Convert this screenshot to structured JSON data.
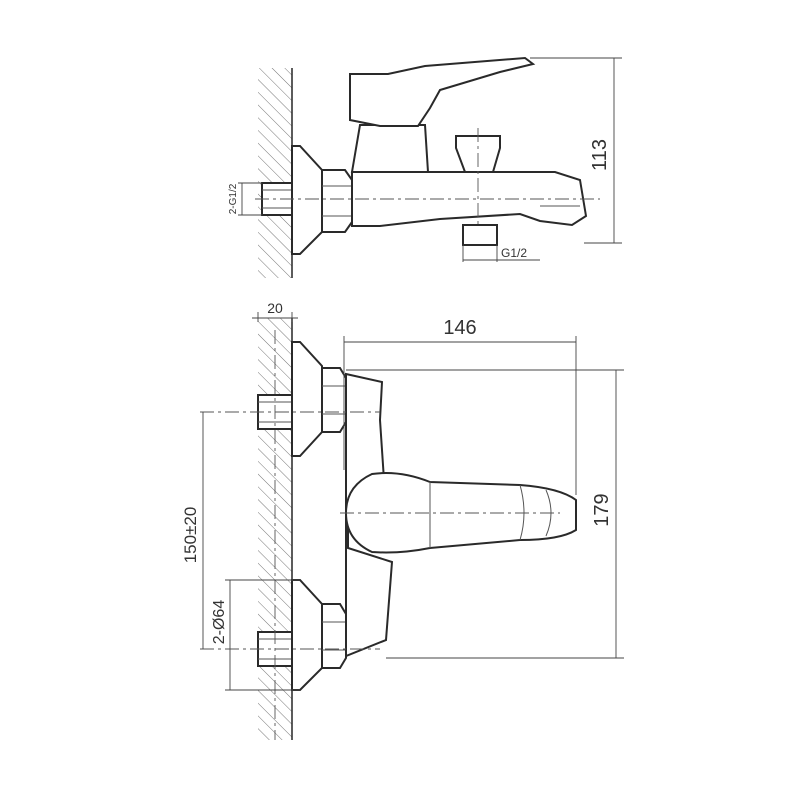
{
  "dimensions": {
    "side_height": "113",
    "side_inlet_thread": "2-G1/2",
    "side_outlet_thread": "G1/2",
    "wall_offset": "20",
    "width": "146",
    "front_height": "179",
    "inlet_spacing": "150±20",
    "flange_diameter": "2-Ø64"
  },
  "colors": {
    "line": "#333333",
    "hatch": "#777777",
    "background": "#ffffff"
  }
}
